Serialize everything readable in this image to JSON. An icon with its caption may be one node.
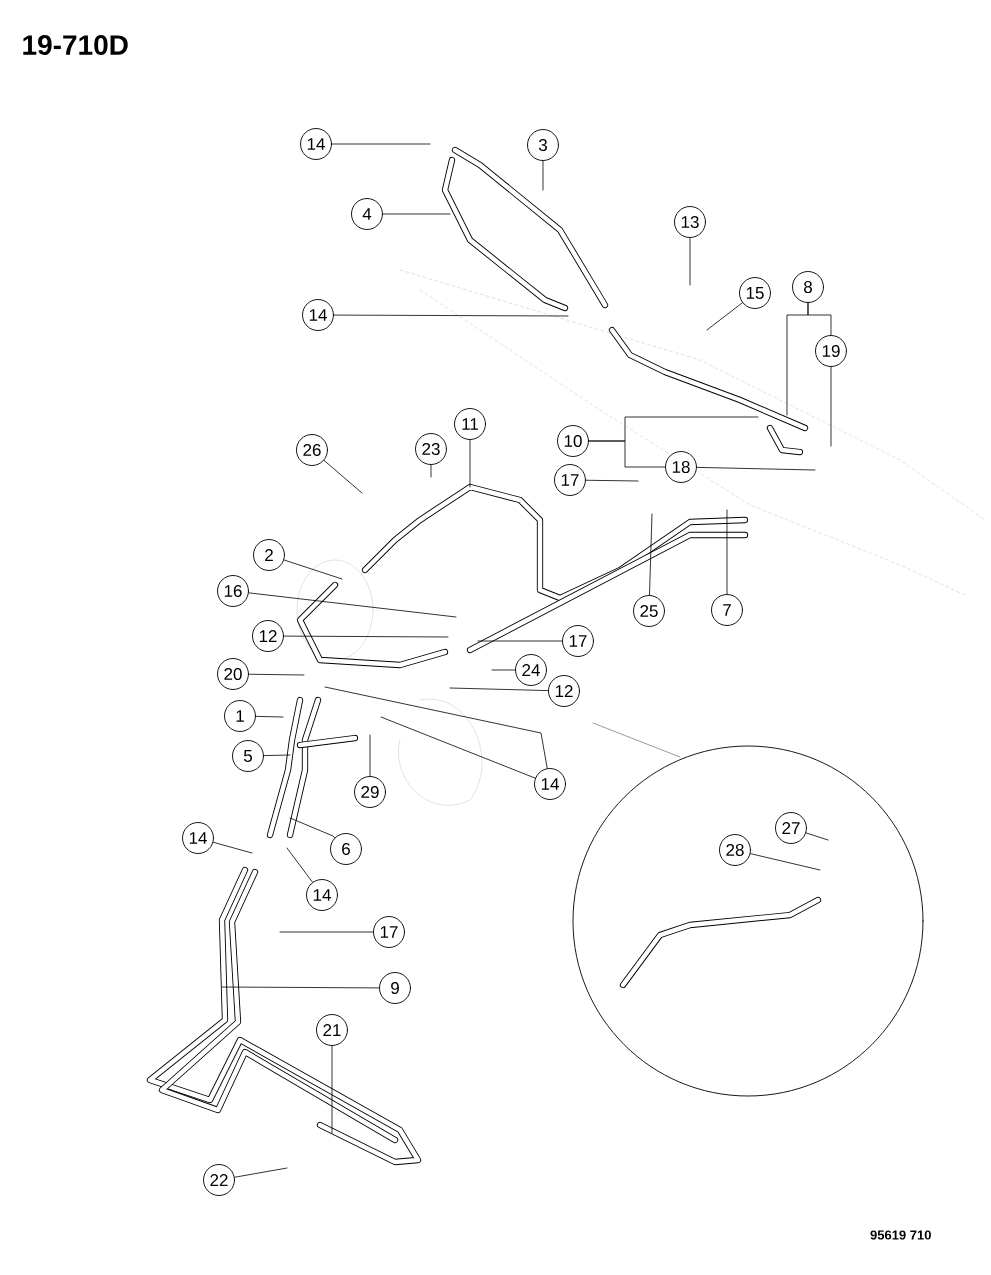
{
  "diagram": {
    "nodes": [
      {
        "text": [
          "14"
        ]
      },
      {
        "text": [
          "3"
        ]
      },
      {
        "text": [
          "4"
        ]
      },
      {
        "text": [
          "13"
        ]
      },
      {
        "text": [
          "8"
        ]
      },
      {
        "text": [
          "15"
        ]
      },
      {
        "text": [
          "14"
        ]
      },
      {
        "text": [
          "19"
        ]
      },
      {
        "text": [
          "11"
        ]
      },
      {
        "text": [
          "10"
        ]
      },
      {
        "text": [
          "26"
        ]
      },
      {
        "text": [
          "23"
        ]
      },
      {
        "text": [
          "18"
        ]
      },
      {
        "text": [
          "17"
        ]
      },
      {
        "text": [
          "2"
        ]
      },
      {
        "text": [
          "16"
        ]
      },
      {
        "text": [
          "25"
        ]
      },
      {
        "text": [
          "7"
        ]
      },
      {
        "text": [
          "12"
        ]
      },
      {
        "text": [
          "17"
        ]
      },
      {
        "text": [
          "24"
        ]
      },
      {
        "text": [
          "20"
        ]
      },
      {
        "text": [
          "12"
        ]
      },
      {
        "text": [
          "1"
        ]
      },
      {
        "text": [
          "5"
        ]
      },
      {
        "text": [
          "14"
        ]
      },
      {
        "text": [
          "29"
        ]
      },
      {
        "text": [
          "27"
        ]
      },
      {
        "text": [
          "14"
        ]
      },
      {
        "text": [
          "6"
        ]
      },
      {
        "text": [
          "28"
        ]
      },
      {
        "text": [
          "14"
        ]
      },
      {
        "text": [
          "17"
        ]
      },
      {
        "text": [
          "9"
        ]
      },
      {
        "text": [
          "21"
        ]
      },
      {
        "text": [
          "22"
        ]
      }
    ],
    "edges": [
      {
        "from": 0,
        "to": null,
        "arrow": "none"
      },
      {
        "from": 1,
        "to": null,
        "arrow": "none"
      },
      {
        "from": 2,
        "to": null,
        "arrow": "none"
      },
      {
        "from": 3,
        "to": null,
        "arrow": "none"
      },
      {
        "from": 4,
        "to": 7,
        "arrow": "none"
      },
      {
        "from": 4,
        "to": null,
        "arrow": "none"
      },
      {
        "from": 5,
        "to": null,
        "arrow": "none"
      },
      {
        "from": 6,
        "to": null,
        "arrow": "none"
      },
      {
        "from": 7,
        "to": null,
        "arrow": "none"
      },
      {
        "from": 8,
        "to": null,
        "arrow": "none"
      },
      {
        "from": 9,
        "to": null,
        "arrow": "none"
      },
      {
        "from": 9,
        "to": 12,
        "arrow": "none"
      },
      {
        "from": 10,
        "to": null,
        "arrow": "none"
      },
      {
        "from": 11,
        "to": null,
        "arrow": "none"
      },
      {
        "from": 12,
        "to": null,
        "arrow": "none"
      },
      {
        "from": 13,
        "to": null,
        "arrow": "none"
      },
      {
        "from": 14,
        "to": null,
        "arrow": "none"
      },
      {
        "from": 15,
        "to": null,
        "arrow": "none"
      },
      {
        "from": 16,
        "to": null,
        "arrow": "none"
      },
      {
        "from": 17,
        "to": null,
        "arrow": "none"
      },
      {
        "from": 18,
        "to": null,
        "arrow": "none"
      },
      {
        "from": 19,
        "to": null,
        "arrow": "none"
      },
      {
        "from": 20,
        "to": null,
        "arrow": "none"
      },
      {
        "from": 21,
        "to": null,
        "arrow": "none"
      },
      {
        "from": 22,
        "to": null,
        "arrow": "none"
      },
      {
        "from": 23,
        "to": null,
        "arrow": "none"
      },
      {
        "from": 24,
        "to": null,
        "arrow": "none"
      },
      {
        "from": 25,
        "to": null,
        "arrow": "none"
      },
      {
        "from": 25,
        "to": null,
        "arrow": "none"
      },
      {
        "from": 26,
        "to": null,
        "arrow": "none"
      },
      {
        "from": 27,
        "to": null,
        "arrow": "none"
      },
      {
        "from": 28,
        "to": null,
        "arrow": "none"
      },
      {
        "from": 29,
        "to": null,
        "arrow": "none"
      },
      {
        "from": 30,
        "to": null,
        "arrow": "none"
      },
      {
        "from": 31,
        "to": null,
        "arrow": "none"
      },
      {
        "from": 32,
        "to": null,
        "arrow": "none"
      },
      {
        "from": 33,
        "to": null,
        "arrow": "none"
      },
      {
        "from": 34,
        "to": null,
        "arrow": "none"
      },
      {
        "from": 35,
        "to": null,
        "arrow": "none"
      }
    ],
    "labels": [
      "19-710D",
      "95619 710"
    ]
  }
}
